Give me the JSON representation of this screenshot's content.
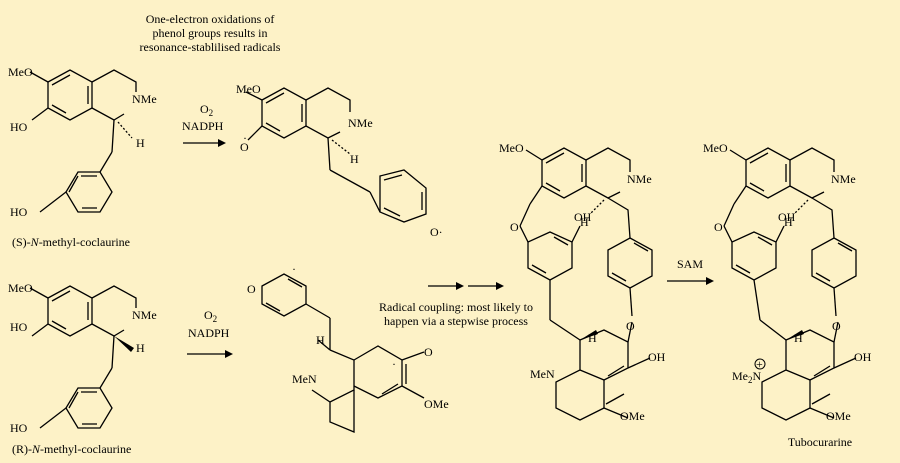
{
  "note": {
    "line1": "One-electron oxidations of",
    "line2": "phenol groups results in",
    "line3": "resonance-stablilised radicals"
  },
  "compounds": {
    "s_prefix": "(S)-",
    "r_prefix": "(R)-",
    "n_italic": "N",
    "methyl_coclaurine": "-methyl-coclaurine",
    "tubocurarine": "Tubocurarine"
  },
  "reagents": {
    "o2": "O",
    "o2_sub": "2",
    "nadph": "NADPH",
    "sam": "SAM"
  },
  "coupling": {
    "line1": "Radical coupling: most likely to",
    "line2": "happen via a stepwise process"
  },
  "atoms": {
    "meo": "MeO",
    "ome": "OMe",
    "ho": "HO",
    "oh": "OH",
    "nme": "NMe",
    "men": "MeN",
    "me2n": "Me",
    "me2n_sub": "2",
    "n": "N",
    "plus": "+",
    "h": "H",
    "o": "O",
    "o_radical": "O·",
    "dot": "·"
  }
}
